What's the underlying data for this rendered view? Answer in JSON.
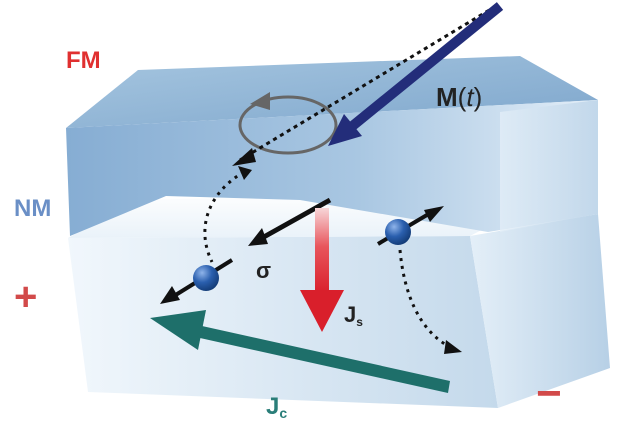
{
  "labels": {
    "fm": "FM",
    "nm": "NM",
    "magnetization_main": "M",
    "magnetization_paren_open": "(",
    "magnetization_var": "t",
    "magnetization_paren_close": ")",
    "spin": "σ",
    "spin_current_main": "J",
    "spin_current_sub": "s",
    "charge_current_main": "J",
    "charge_current_sub": "c",
    "plus": "+",
    "minus": "−"
  },
  "colors": {
    "fm_label": "#e03030",
    "nm_label": "#6a8fc6",
    "plus": "#d24a4a",
    "minus": "#d24a4a",
    "magnetization_arrow": "#232d7a",
    "spin_current_arrow": "#e2333c",
    "charge_current_arrow": "#1e6f6a",
    "charge_current_label": "#2a7e79",
    "electron": "#1d4f9b",
    "slab_face": "#8fb5d6",
    "text_dark": "#222222"
  }
}
